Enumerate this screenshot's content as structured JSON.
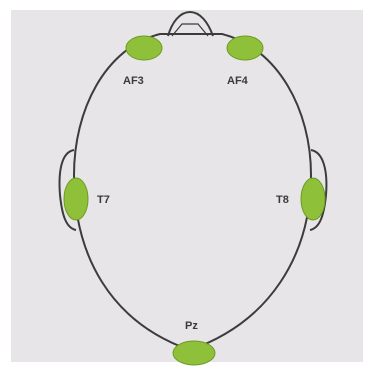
{
  "diagram": {
    "electrodes": [
      {
        "id": "af3",
        "label": "AF3"
      },
      {
        "id": "af4",
        "label": "AF4"
      },
      {
        "id": "t7",
        "label": "T7"
      },
      {
        "id": "t8",
        "label": "T8"
      },
      {
        "id": "pz",
        "label": "Pz"
      }
    ],
    "colors": {
      "background": "#e7e5e8",
      "outline": "#3c3c3c",
      "electrode_fill": "#8fc03a",
      "electrode_stroke": "#6f9a24"
    }
  }
}
